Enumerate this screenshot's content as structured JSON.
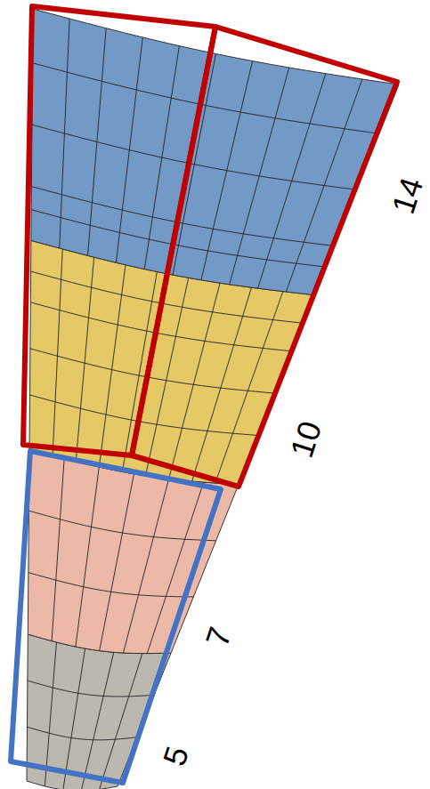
{
  "diagram": {
    "labels": [
      "5",
      "7",
      "10",
      "14"
    ]
  }
}
